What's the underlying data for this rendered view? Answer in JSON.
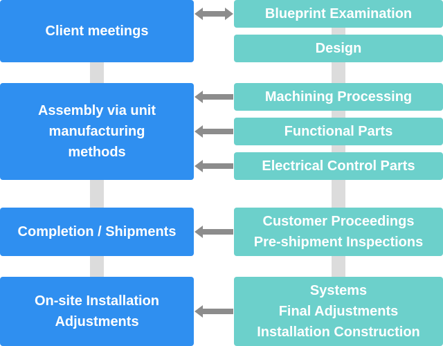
{
  "colors": {
    "left_box": "#2f8ff0",
    "right_box": "#6cd0cb",
    "connector": "#dcdcdc",
    "arrow": "#8c8c8c",
    "text": "#ffffff"
  },
  "left_steps": [
    {
      "lines": [
        "Client meetings"
      ]
    },
    {
      "lines": [
        "Assembly via unit",
        "manufacturing",
        "methods"
      ]
    },
    {
      "lines": [
        "Completion / Shipments"
      ]
    },
    {
      "lines": [
        "On-site Installation",
        "Adjustments"
      ]
    }
  ],
  "right_steps": [
    {
      "lines": [
        "Blueprint Examination"
      ]
    },
    {
      "lines": [
        "Design"
      ]
    },
    {
      "lines": [
        "Machining Processing"
      ]
    },
    {
      "lines": [
        "Functional Parts"
      ]
    },
    {
      "lines": [
        "Electrical Control Parts"
      ]
    },
    {
      "lines": [
        "Customer Proceedings",
        "Pre-shipment Inspections"
      ]
    },
    {
      "lines": [
        "Systems",
        "Final Adjustments",
        "Installation Construction"
      ]
    }
  ],
  "arrows": [
    "double-arrow-icon",
    "left-arrow-icon",
    "left-arrow-icon",
    "left-arrow-icon",
    "left-arrow-icon",
    "left-arrow-icon"
  ]
}
